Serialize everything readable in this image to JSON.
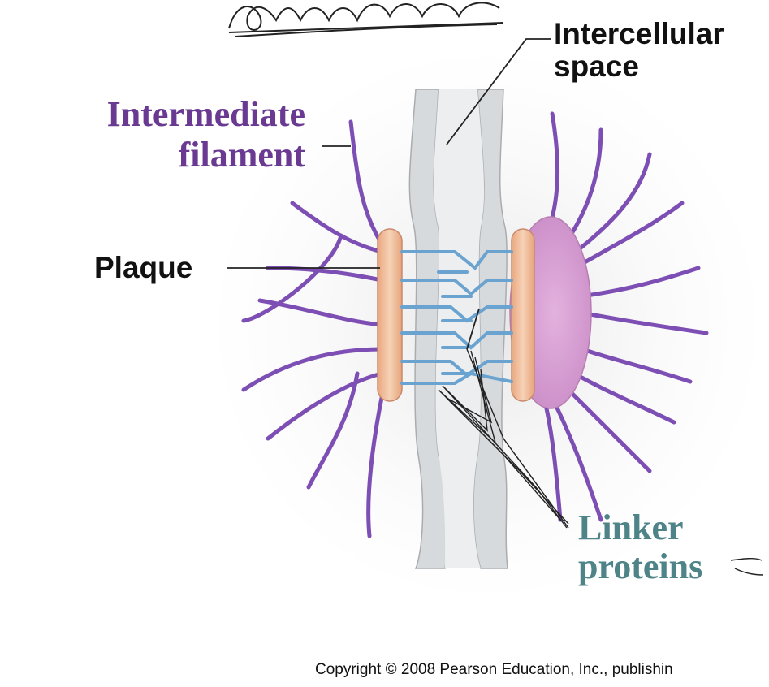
{
  "labels": {
    "intercellular": [
      "Intercellular",
      "space"
    ],
    "intermediate": [
      "Intermediate",
      "filament"
    ],
    "plaque": "Plaque",
    "linker": [
      "Linker",
      "proteins"
    ]
  },
  "copyright": "Copyright © 2008 Pearson Education, Inc., publishin",
  "colors": {
    "filament": "#7d4fb4",
    "plaque_left": "#f1c09c",
    "plaque_right": "#d9a1d3",
    "linker": "#6aa3cf",
    "membrane": "#d6d9db",
    "intermediate_label": "#6a3a92",
    "linker_label": "#4e8388"
  }
}
